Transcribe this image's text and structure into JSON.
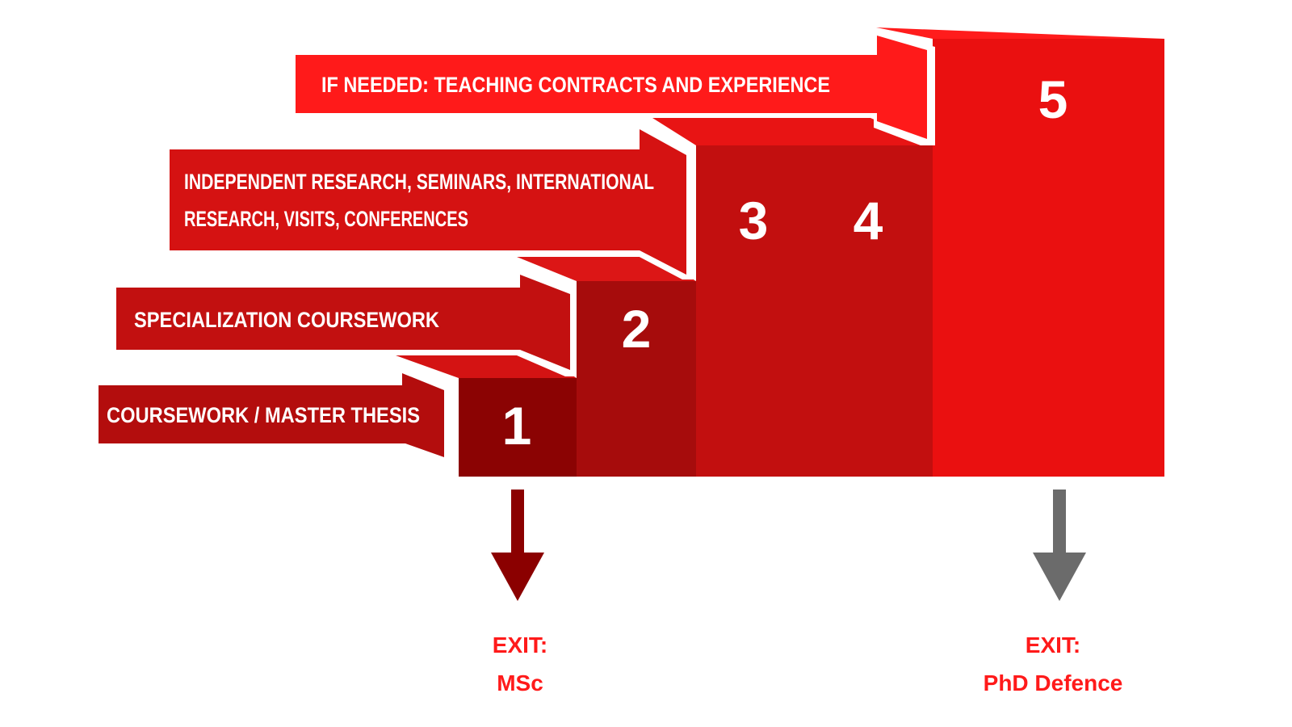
{
  "steps": [
    {
      "number": "1",
      "label_lines": [
        "COURSEWORK / MASTER THESIS"
      ]
    },
    {
      "number": "2",
      "label_lines": [
        "SPECIALIZATION COURSEWORK"
      ]
    },
    {
      "number": "3",
      "label_lines": [
        "INDEPENDENT RESEARCH, SEMINARS, INTERNATIONAL",
        "RESEARCH, VISITS, CONFERENCES"
      ]
    },
    {
      "number": "4",
      "label_lines": []
    },
    {
      "number": "5",
      "label_lines": [
        "IF NEEDED: TEACHING CONTRACTS AND EXPERIENCE"
      ]
    }
  ],
  "exits": [
    {
      "title": "EXIT:",
      "subtitle": "MSc",
      "color": "#ff1a1a",
      "arrow_color": "#8b0000"
    },
    {
      "title": "EXIT:",
      "subtitle": "PhD Defence",
      "color": "#ff1a1a",
      "arrow_color": "#6b6b6b"
    }
  ],
  "colors": {
    "step1": "#8b0303",
    "step2": "#a60c0c",
    "step34": "#c20f0f",
    "step5": "#ea1010",
    "step1_top": "#d41313",
    "step2_top": "#dc1616",
    "step34_top": "#e81414",
    "step5_top": "#ff1c1c",
    "banner1": "#b30d0d",
    "banner2": "#c21010",
    "banner3": "#d51212",
    "banner4": "#ff1a1a"
  }
}
